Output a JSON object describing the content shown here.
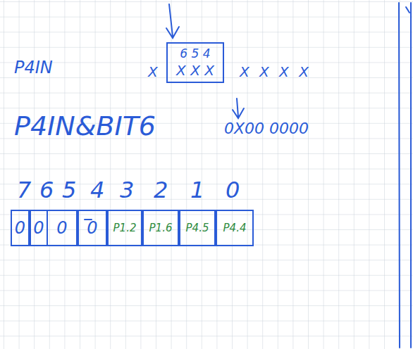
{
  "diagram": {
    "nodes": [
      {
        "text": [
          "6 5 4",
          "X X X"
        ]
      },
      {
        "text": [
          "0"
        ]
      },
      {
        "text": [
          "0"
        ]
      },
      {
        "text": [
          "0"
        ]
      },
      {
        "text": [
          "0"
        ]
      },
      {
        "text": [
          "P1.2"
        ]
      },
      {
        "text": [
          "P1.6"
        ]
      },
      {
        "text": [
          "P4.5"
        ]
      },
      {
        "text": [
          "P4.4"
        ]
      }
    ],
    "labels": [
      "P4IN",
      "X",
      "X X X X",
      "P4IN&BIT6",
      "0X00 0000",
      "7",
      "6",
      "5",
      "4",
      "3",
      "2",
      "1",
      "0"
    ]
  }
}
